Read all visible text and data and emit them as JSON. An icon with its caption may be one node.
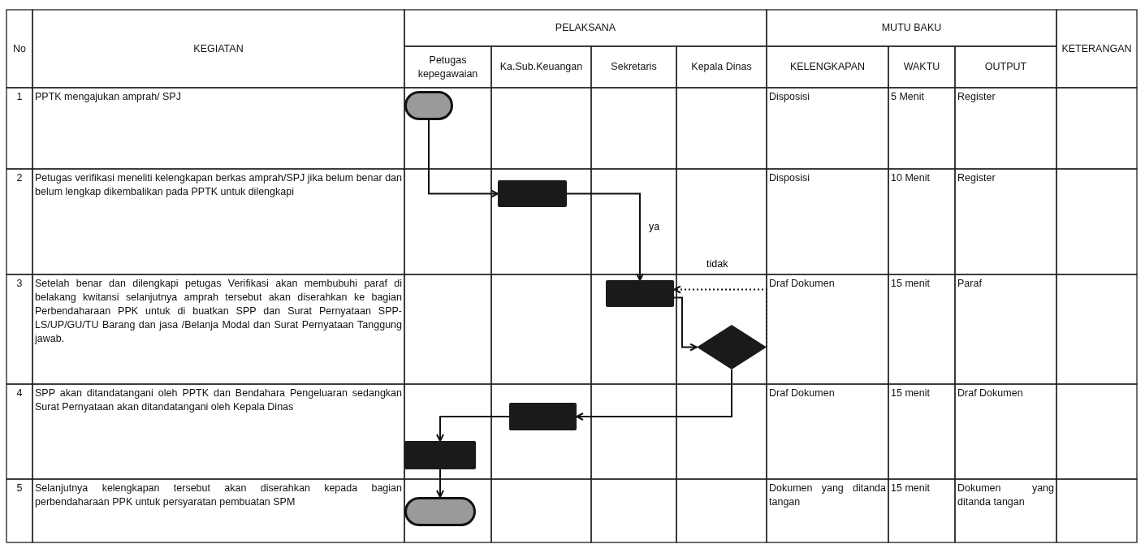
{
  "diagram": {
    "nodes": [
      {
        "text": [],
        "shape": "oval"
      },
      {
        "text": [],
        "shape": "box"
      },
      {
        "text": [],
        "shape": "box"
      },
      {
        "text": [],
        "shape": "diamond"
      },
      {
        "text": [],
        "shape": "box"
      },
      {
        "text": [],
        "shape": "box"
      },
      {
        "text": [],
        "shape": "oval"
      }
    ],
    "edges": [
      {
        "from": 0,
        "to": 1,
        "arrow": "to"
      },
      {
        "from": 1,
        "to": 2,
        "arrow": "to",
        "label": "ya"
      },
      {
        "from": 2,
        "to": 3,
        "arrow": "to"
      },
      {
        "from": 3,
        "to": 2,
        "arrow": "to",
        "style": "dashed",
        "label": "tidak"
      },
      {
        "from": 3,
        "to": 4,
        "arrow": "to"
      },
      {
        "from": 4,
        "to": 5,
        "arrow": "to"
      },
      {
        "from": 5,
        "to": 6,
        "arrow": "to"
      }
    ],
    "labels": [
      "No",
      "KEGIATAN",
      "PELAKSANA",
      "MUTU BAKU",
      "KETERANGAN",
      "Petugas kepegawaian",
      "Ka.Sub.Keuangan",
      "Sekretaris",
      "Kepala Dinas",
      "KELENGKAPAN",
      "WAKTU",
      "OUTPUT",
      "1",
      "PPTK mengajukan amprah/ SPJ",
      "Disposisi",
      "5 Menit",
      "Register",
      "2",
      "Petugas verifikasi meneliti kelengkapan berkas amprah/SPJ jika belum benar dan belum lengkap dikembalikan pada PPTK untuk dilengkapi",
      "Disposisi",
      "10 Menit",
      "Register",
      "3",
      "Setelah benar dan dilengkapi petugas Verifikasi akan membubuhi paraf di belakang kwitansi selanjutnya amprah tersebut akan diserahkan ke bagian Perbendaharaan PPK untuk di buatkan SPP dan Surat Pernyataan SPP-LS/UP/GU/TU Barang dan jasa /Belanja Modal dan Surat Pernyataan Tanggung jawab.",
      "Draf Dokumen",
      "15 menit",
      "Paraf",
      "4",
      "SPP akan ditandatangani oleh PPTK dan Bendahara Pengeluaran sedangkan Surat Pernyataan akan ditandatangani oleh Kepala Dinas",
      "Draf Dokumen",
      "15 menit",
      "Draf Dokumen",
      "5",
      "Selanjutnya kelengkapan tersebut akan diserahkan kepada bagian perbendaharaan PPK untuk persyaratan pembuatan SPM",
      "Dokumen yang ditanda tangan",
      "15 menit",
      "Dokumen yang ditanda tangan"
    ]
  }
}
